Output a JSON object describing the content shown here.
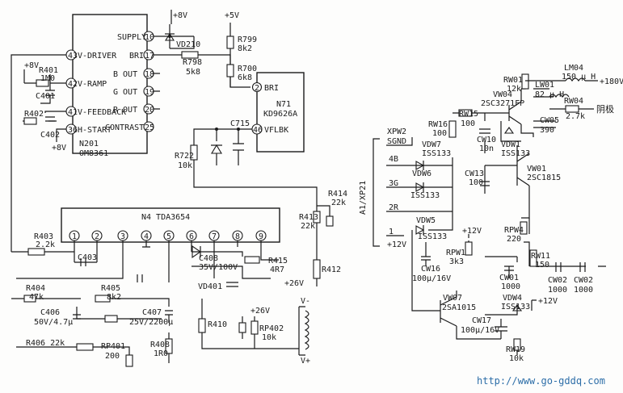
{
  "n201": {
    "ref": "N201",
    "part": "OM8361",
    "pins": {
      "p43": {
        "num": "43",
        "label": "V-DRIVER"
      },
      "p42": {
        "num": "42",
        "label": "V-RAMP"
      },
      "p41": {
        "num": "41",
        "label": "V-FEEDBACK"
      },
      "p36": {
        "num": "36",
        "label": "H-START"
      },
      "p10": {
        "num": "10",
        "label": "SUPPLY"
      },
      "p17": {
        "num": "17",
        "label": "BRI"
      },
      "p18": {
        "num": "18",
        "label": "B OUT"
      },
      "p19": {
        "num": "19",
        "label": "G OUT"
      },
      "p20": {
        "num": "20",
        "label": "R OUT"
      },
      "p25": {
        "num": "25",
        "label": "CONTRAST"
      }
    }
  },
  "n71": {
    "ref": "N71",
    "part": "KD9626A",
    "pin2": {
      "num": "2",
      "label": "BRI"
    },
    "pin46": {
      "num": "46",
      "label": "VFLBK"
    }
  },
  "n4": {
    "label": "N4  TDA3654",
    "pins": [
      "1",
      "2",
      "3",
      "4",
      "5",
      "6",
      "7",
      "8",
      "9"
    ]
  },
  "xpw2": {
    "ref": "XPW2",
    "sgnd": "SGND",
    "connector": "A1/XP21",
    "pins": [
      "4B",
      "3G",
      "2R",
      "1"
    ]
  },
  "labels": {
    "plus8v_top": "+8V",
    "plus8v_left": "+8V",
    "plus8v_bot": "+8V",
    "plus5v": "+5V",
    "plus26v_a": "+26V",
    "plus26v_b": "+26V",
    "plus12v_a": "+12V",
    "plus12v_b": "+12V",
    "plus12v_c": "+12V",
    "plus180v": "+180V",
    "cathode": "阴极",
    "v_minus": "V-",
    "v_plus": "V+"
  },
  "parts": {
    "vd210": "VD210",
    "r798": {
      "ref": "R798",
      "val": "5k8"
    },
    "r799": {
      "ref": "R799",
      "val": "8k2"
    },
    "r700": {
      "ref": "R700",
      "val": "6k8"
    },
    "c715": "C715",
    "r722": {
      "ref": "R722",
      "val": "10k"
    },
    "r401": {
      "ref": "R401",
      "val": "1M0"
    },
    "c401": "C401",
    "r402": {
      "ref": "R402"
    },
    "c402": "C402",
    "r403": {
      "ref": "R403",
      "val": "2.2k"
    },
    "c403": "C403",
    "c408": {
      "ref": "C408",
      "val": "35V/100V"
    },
    "vd401": "VD401",
    "r415": {
      "ref": "R415",
      "val": "4R7"
    },
    "r413": {
      "ref": "R413",
      "val": "22k"
    },
    "r414": {
      "ref": "R414",
      "val": "22k"
    },
    "r412": {
      "ref": "R412"
    },
    "r404": {
      "ref": "R404",
      "val": "47k"
    },
    "r405": {
      "ref": "R405",
      "val": "8k2"
    },
    "c406": {
      "ref": "C406",
      "val": "50V/4.7μ"
    },
    "c407": {
      "ref": "C407",
      "val": "25V/2200μ"
    },
    "r408": {
      "ref": "R408",
      "val": "1R0"
    },
    "r410": {
      "ref": "R410"
    },
    "r406": "R406 22k",
    "rp401": {
      "ref": "RP401",
      "val": "200"
    },
    "rp402": {
      "ref": "RP402",
      "val": "10k"
    },
    "vdw7": {
      "ref": "VDW7",
      "val": "ISS133"
    },
    "vdw6": {
      "ref": "VDW6",
      "val": "ISS133"
    },
    "vdw5": {
      "ref": "VDW5",
      "val": "ISS133"
    },
    "cw16": {
      "ref": "CW16",
      "val": "100μ/16V"
    },
    "rw16": {
      "ref": "RW16",
      "val": "100"
    },
    "rw15": {
      "ref": "RW15",
      "val": "100"
    },
    "cw10": {
      "ref": "CW10",
      "val": "10n"
    },
    "vw04": {
      "ref": "VW04",
      "val": "2SC3271FP"
    },
    "rw01": {
      "ref": "RW01",
      "val": "12k"
    },
    "lw01": {
      "ref": "LW01",
      "val": "82 μ H"
    },
    "lm04": {
      "ref": "LM04",
      "val": "150 μ H"
    },
    "rw04": {
      "ref": "RW04",
      "val": "2.7k"
    },
    "cw05": {
      "ref": "CW05",
      "val": "390"
    },
    "vdw1": {
      "ref": "VDW1",
      "val": "ISS133"
    },
    "cw13": {
      "ref": "CW13",
      "val": "100"
    },
    "vw01": {
      "ref": "VW01",
      "val": "2SC1815"
    },
    "rpw4": {
      "ref": "RPW4",
      "val": "220"
    },
    "rpw1": {
      "ref": "RPW1",
      "val": "3k3"
    },
    "rw11": {
      "ref": "RW11",
      "val": "150"
    },
    "cw01": {
      "ref": "CW01",
      "val": "1000"
    },
    "cw02a": {
      "ref": "CW02",
      "val": "1000"
    },
    "cw02b": {
      "ref": "CW02",
      "val": "1000"
    },
    "vw07": {
      "ref": "VW07",
      "val": "2SA1015"
    },
    "vdw4": {
      "ref": "VDW4",
      "val": "ISS133"
    },
    "cw17": {
      "ref": "CW17",
      "val": "100μ/16V"
    },
    "rw19": {
      "ref": "RW19",
      "val": "10k"
    }
  },
  "watermark": "http://www.go-gddq.com"
}
